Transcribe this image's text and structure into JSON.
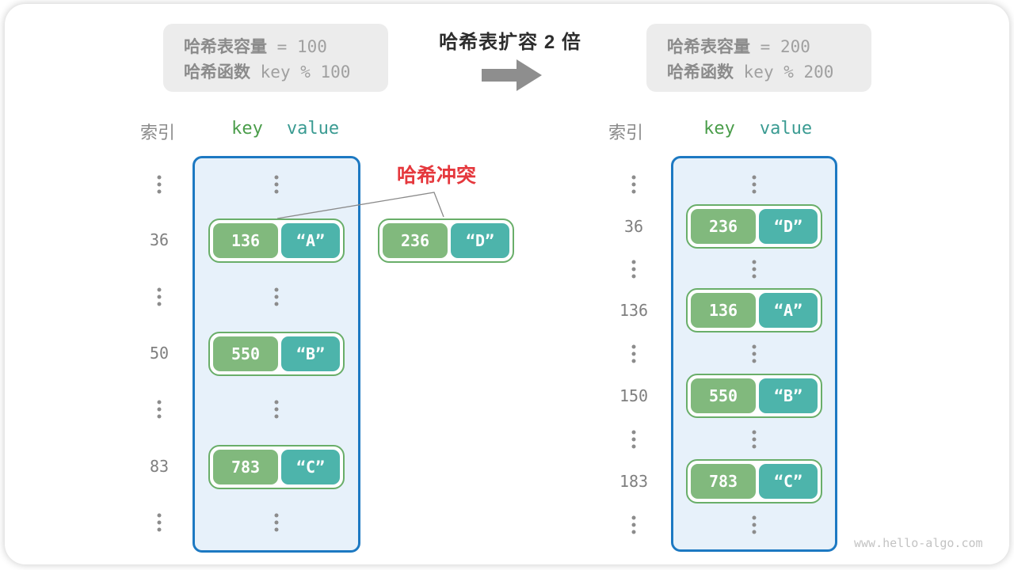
{
  "watermark": "www.hello-algo.com",
  "top": {
    "left_box": {
      "cap_label": "哈希表容量",
      "cap_value": "= 100",
      "fn_label": "哈希函数",
      "fn_value": "key % 100"
    },
    "title": "哈希表扩容 2 倍",
    "right_box": {
      "cap_label": "哈希表容量",
      "cap_value": "= 200",
      "fn_label": "哈希函数",
      "fn_value": "key % 200"
    }
  },
  "columns": {
    "index_label": "索引",
    "key_label": "key",
    "value_label": "value"
  },
  "collision": {
    "label": "哈希冲突",
    "pair": {
      "key": "236",
      "value": "“D”"
    }
  },
  "left_table": {
    "rows": [
      {
        "index": "36",
        "key": "136",
        "value": "“A”"
      },
      {
        "index": "50",
        "key": "550",
        "value": "“B”"
      },
      {
        "index": "83",
        "key": "783",
        "value": "“C”"
      }
    ]
  },
  "right_table": {
    "rows": [
      {
        "index": "36",
        "key": "236",
        "value": "“D”"
      },
      {
        "index": "136",
        "key": "136",
        "value": "“A”"
      },
      {
        "index": "150",
        "key": "550",
        "value": "“B”"
      },
      {
        "index": "183",
        "key": "783",
        "value": "“C”"
      }
    ]
  },
  "colors": {
    "container_border": "#1d79c2",
    "container_fill": "#e7f1fa",
    "pair_border": "#69ae69",
    "key_fill": "#81b97d",
    "value_fill": "#4db4ab",
    "key_header": "#4a9d4a",
    "value_header": "#3a9b92",
    "collision_red": "#e5383d",
    "arrow_gray": "#8e8e8e"
  }
}
